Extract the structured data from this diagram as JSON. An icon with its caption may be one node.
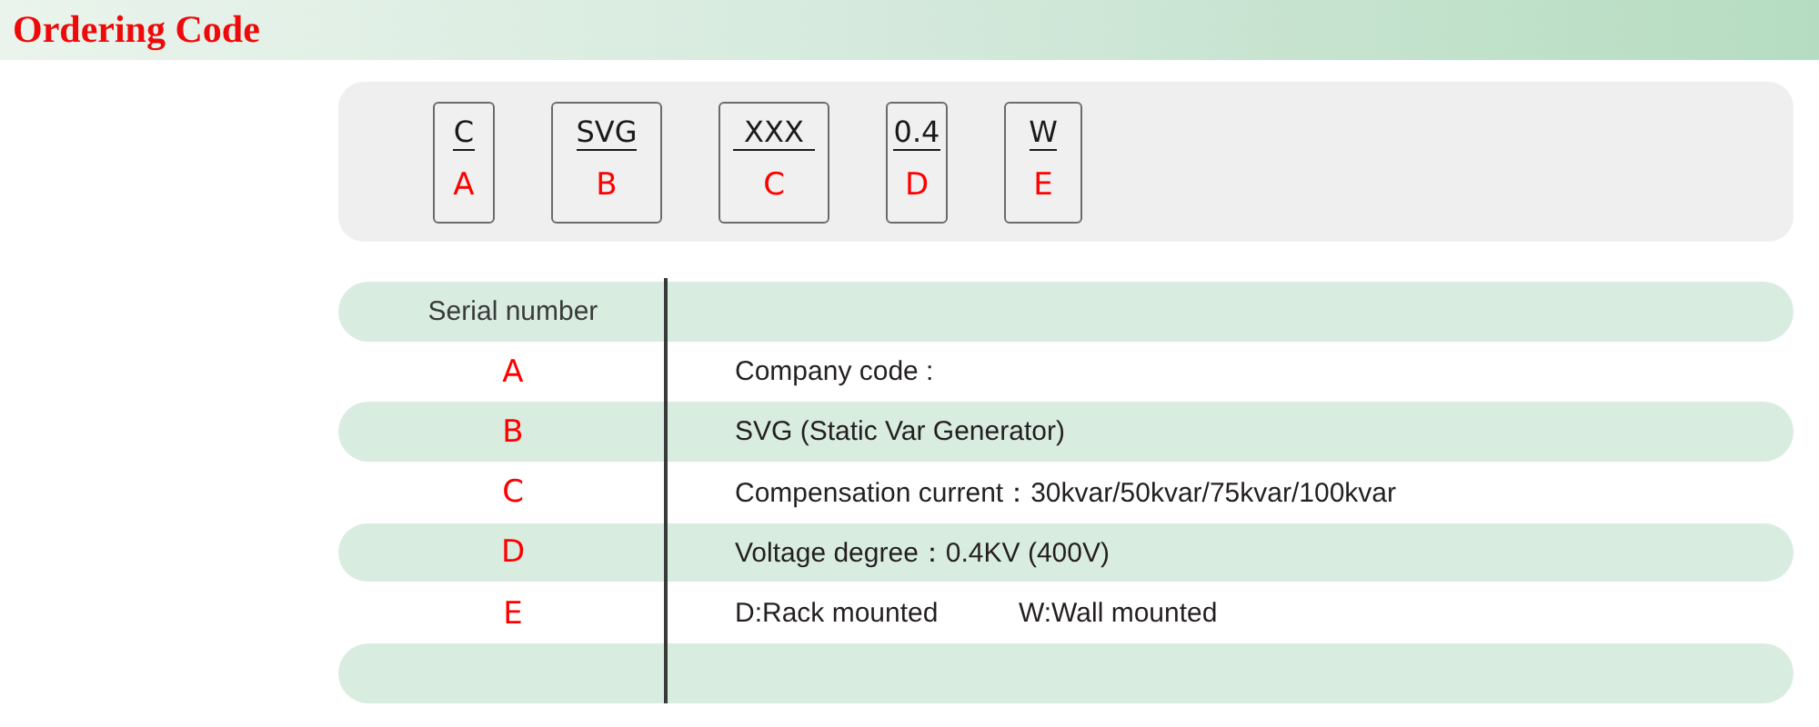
{
  "diagram": {
    "title": "Ordering Code",
    "nodes": [
      {
        "text": [],
        "shape": "box"
      },
      {
        "text": [
          "C",
          "A"
        ],
        "in": 0
      },
      {
        "text": [
          "SVG",
          "B"
        ],
        "in": 0
      },
      {
        "text": [
          "XXX",
          "C"
        ],
        "in": 0
      },
      {
        "text": [
          "0.4",
          "D"
        ],
        "in": 0
      },
      {
        "text": [
          "W",
          "E"
        ],
        "in": 0
      }
    ],
    "labels": [
      "Serial number",
      "A",
      "Company code :",
      "B",
      "SVG (Static Var Generator)",
      "C",
      "Compensation current：30kvar/50kvar/75kvar/100kvar",
      "D",
      "Voltage degree：0.4KV (400V)",
      "E",
      "D:Rack mounted",
      "W:Wall mounted"
    ]
  }
}
